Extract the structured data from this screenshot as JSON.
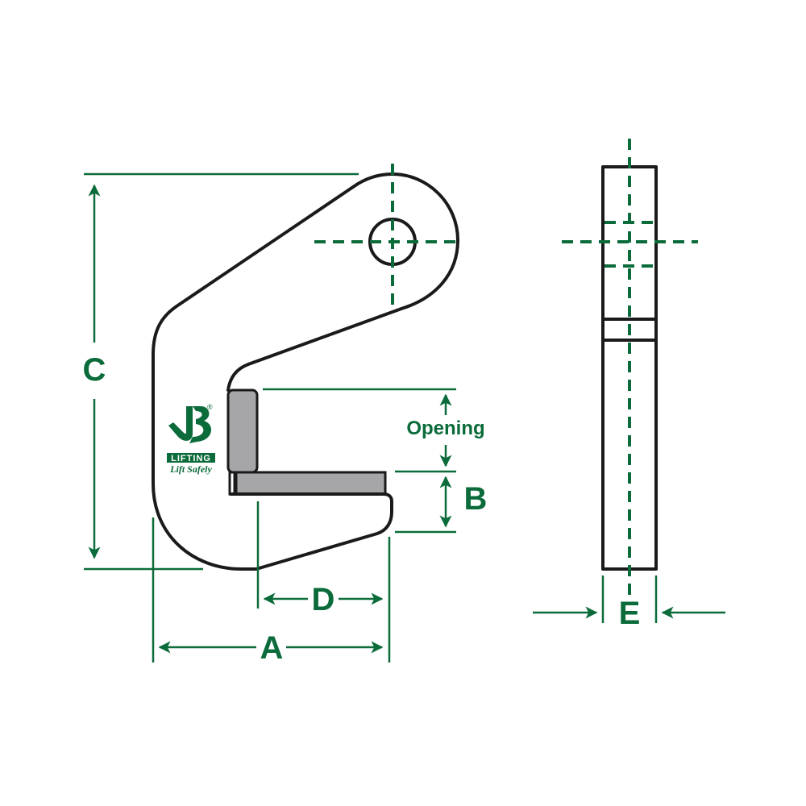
{
  "diagram": {
    "type": "technical-dimension-drawing",
    "subject": "Plate lifting clamp",
    "views": [
      "side-profile",
      "edge-profile"
    ],
    "colors": {
      "dimension_green": "#0b6b3a",
      "outline": "#1a1a1a",
      "pad_gray": "#a6a6a8",
      "background": "#ffffff"
    },
    "dimensions": {
      "A": "A",
      "B": "B",
      "C": "C",
      "D": "D",
      "E": "E",
      "opening": "Opening"
    },
    "logo": {
      "mark": "JB",
      "registered": "®",
      "brand": "LIFTING",
      "tagline": "Lift Safely"
    }
  }
}
